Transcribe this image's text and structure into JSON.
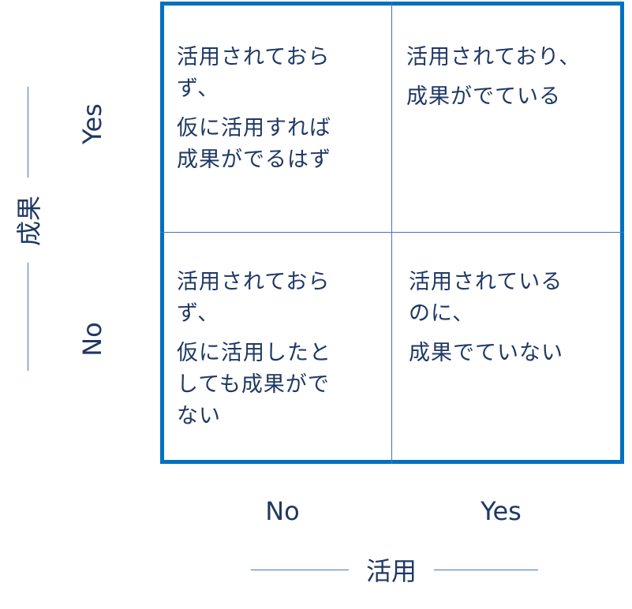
{
  "colors": {
    "border": "#0070C0",
    "divider": "#4472C4",
    "text": "#1F3864"
  },
  "cells": {
    "top_left": [
      [
        "活用されておら",
        "ず、"
      ],
      [
        "仮に活用すれば",
        "成果がでるはず"
      ]
    ],
    "top_right": [
      [
        "活用されており、"
      ],
      [
        "成果がでている"
      ]
    ],
    "bottom_left": [
      [
        "活用されておら",
        "ず、"
      ],
      [
        "仮に活用したと",
        "しても成果がで",
        "ない"
      ]
    ],
    "bottom_right": [
      [
        "活用されている",
        "のに、"
      ],
      [
        "成果でていない"
      ]
    ]
  },
  "x_axis": {
    "title": "活用",
    "no": "No",
    "yes": "Yes"
  },
  "y_axis": {
    "title": "成果",
    "no": "No",
    "yes": "Yes"
  }
}
